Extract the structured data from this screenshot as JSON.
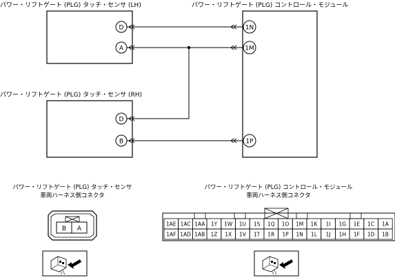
{
  "labels": {
    "sensor_lh": "パワー・リフトゲート (PLG) タッチ・センサ (LH)",
    "module": "パワー・リフトゲート (PLG) コントロール・モジュール",
    "sensor_rh": "パワー・リフトゲート (PLG) タッチ・センサ (RH)",
    "sensor_conn_line1": "パワー・リフトゲート (PLG) タッチ・センサ",
    "sensor_conn_line2": "車両ハーネス側コネクタ",
    "module_conn_line1": "パワー・リフトゲート (PLG) コントロール・モジュール",
    "module_conn_line2": "車両ハーネス側コネクタ"
  },
  "pins": {
    "lh_d": "D",
    "lh_a": "A",
    "rh_d": "D",
    "rh_b": "B",
    "m_1n": "1N",
    "m_1m": "1M",
    "m_1p": "1P"
  },
  "sensor_connector": {
    "cells": [
      "B",
      "A"
    ]
  },
  "module_connector": {
    "row1": [
      "1AE",
      "1AC",
      "1AA",
      "1Y",
      "1W",
      "1U",
      "1S",
      "1Q",
      "1O",
      "1M",
      "1K",
      "1I",
      "1G",
      "1E",
      "1C",
      "1A"
    ],
    "row2": [
      "1AF",
      "1AD",
      "1AB",
      "1Z",
      "1X",
      "1V",
      "1T",
      "1R",
      "1P",
      "1N",
      "1L",
      "1J",
      "1H",
      "1F",
      "1D",
      "1B"
    ]
  },
  "icons": [
    "connector-view-icon",
    "connector-view-icon"
  ]
}
